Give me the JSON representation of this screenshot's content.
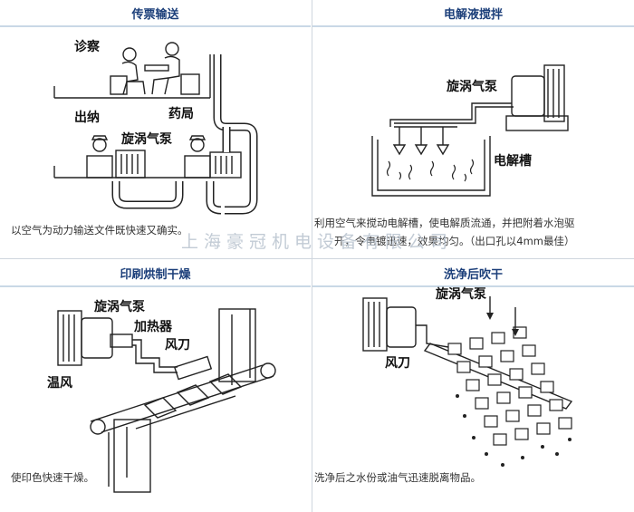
{
  "panels": [
    {
      "title": "传票输送",
      "caption": "以空气为动力输送文件既快速又确实。",
      "labels": [
        "诊察",
        "出纳",
        "药局",
        "旋涡气泵"
      ]
    },
    {
      "title": "电解液搅拌",
      "caption_line1": "利用空气来搅动电解槽，使电解质流通，并把附着水泡驱",
      "caption_line2": "开，令电镀迅速，效果均匀。（出口孔以4mm最佳）",
      "labels": [
        "旋涡气泵",
        "电解槽"
      ]
    },
    {
      "title": "印刷烘制干燥",
      "caption": "使印色快速干燥。",
      "labels": [
        "旋涡气泵",
        "加热器",
        "风刀",
        "温风"
      ]
    },
    {
      "title": "洗净后吹干",
      "caption": "洗净后之水份或油气迅速脱离物品。",
      "labels": [
        "旋涡气泵",
        "风刀"
      ]
    }
  ],
  "watermark": "上海豪冠机电设备有限公司"
}
